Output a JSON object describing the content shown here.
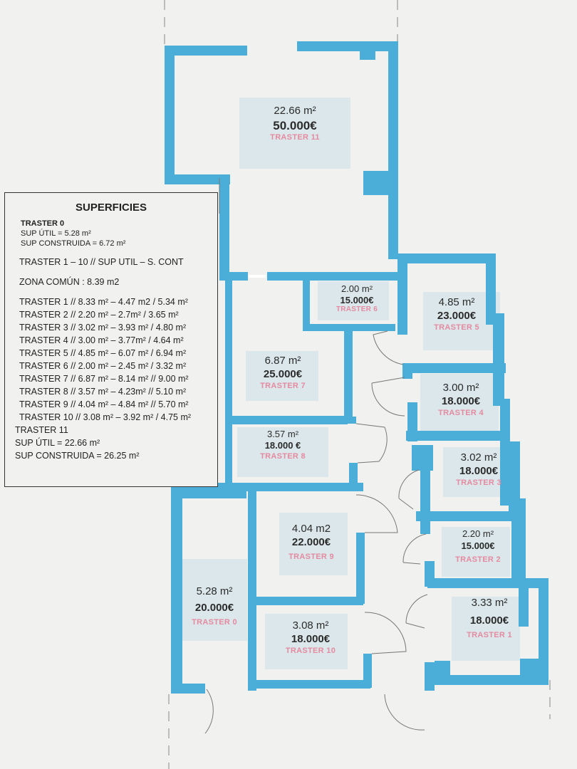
{
  "rooms": [
    {
      "id": "traster-11",
      "area": "22.66 m²",
      "price": "50.000€",
      "name": "TRASTER 11"
    },
    {
      "id": "traster-6",
      "area": "2.00 m²",
      "price": "15.000€",
      "name": "TRASTER 6"
    },
    {
      "id": "traster-5",
      "area": "4.85 m²",
      "price": "23.000€",
      "name": "TRASTER 5"
    },
    {
      "id": "traster-7",
      "area": "6.87 m²",
      "price": "25.000€",
      "name": "TRASTER 7"
    },
    {
      "id": "traster-4",
      "area": "3.00 m²",
      "price": "18.000€",
      "name": "TRASTER 4"
    },
    {
      "id": "traster-8",
      "area": "3.57 m²",
      "price": "18.000 €",
      "name": "TRASTER 8"
    },
    {
      "id": "traster-3",
      "area": "3.02 m²",
      "price": "18.000€",
      "name": "TRASTER 3"
    },
    {
      "id": "traster-9",
      "area": "4.04 m2",
      "price": "22.000€",
      "name": "TRASTER 9"
    },
    {
      "id": "traster-2",
      "area": "2.20 m²",
      "price": "15.000€",
      "name": "TRASTER 2"
    },
    {
      "id": "traster-0",
      "area": "5.28 m²",
      "price": "20.000€",
      "name": "TRASTER 0"
    },
    {
      "id": "traster-10",
      "area": "3.08 m²",
      "price": "18.000€",
      "name": "TRASTER 10"
    },
    {
      "id": "traster-1",
      "area": "3.33 m²",
      "price": "18.000€",
      "name": "TRASTER 1"
    }
  ],
  "legend": {
    "title": "SUPERFICIES",
    "t0_head": "TRASTER 0",
    "t0_util": "SUP ÚTIL = 5.28 m²",
    "t0_cons": "SUP CONSTRUIDA = 6.72 m²",
    "t1_10": "TRASTER 1 – 10 // SUP UTIL – S. CONT",
    "zona": "ZONA COMÚN : 8.39 m2",
    "lines": [
      "TRASTER 1 // 8.33 m² – 4.47 m2 / 5.34 m²",
      "TRASTER 2 // 2.20 m² – 2.7m² / 3.65 m²",
      "TRASTER 3 // 3.02 m² – 3.93 m² / 4.80 m²",
      "TRASTER 4  // 3.00 m² – 3.77m² / 4.64 m²",
      "TRASTER 5 // 4.85 m² – 6.07 m² / 6.94 m²",
      "TRASTER 6 // 2.00 m² – 2.45 m² / 3.32 m²",
      "TRASTER 7 // 6.87 m² – 8.14 m² // 9.00 m²",
      "TRASTER 8 // 3.57 m² – 4.23m² // 5.10 m²",
      "TRASTER 9 // 4.04 m² – 4.84 m² // 5.70 m²",
      "TRASTER 10 // 3.08 m² – 3.92 m² / 4.75 m²"
    ],
    "t11_head": "TRASTER 11",
    "t11_util": "SUP ÚTIL = 22.66 m²",
    "t11_cons": "SUP CONSTRUIDA = 26.25 m²"
  },
  "colors": {
    "wall": "#4aaed9",
    "box": "#dbe7ea",
    "label": "#e58aa0"
  }
}
